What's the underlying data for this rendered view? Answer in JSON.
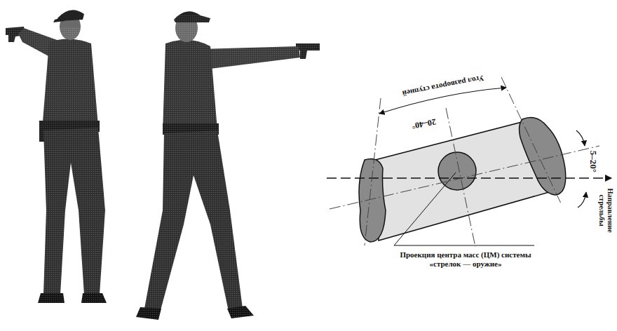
{
  "diagram": {
    "labels": [
      "Угол разворота ступней",
      "20–40°",
      "5–20°",
      "Направление стрельбы",
      "Проекция центра масс (ЦМ) системы «стрелок — оружие»"
    ]
  }
}
